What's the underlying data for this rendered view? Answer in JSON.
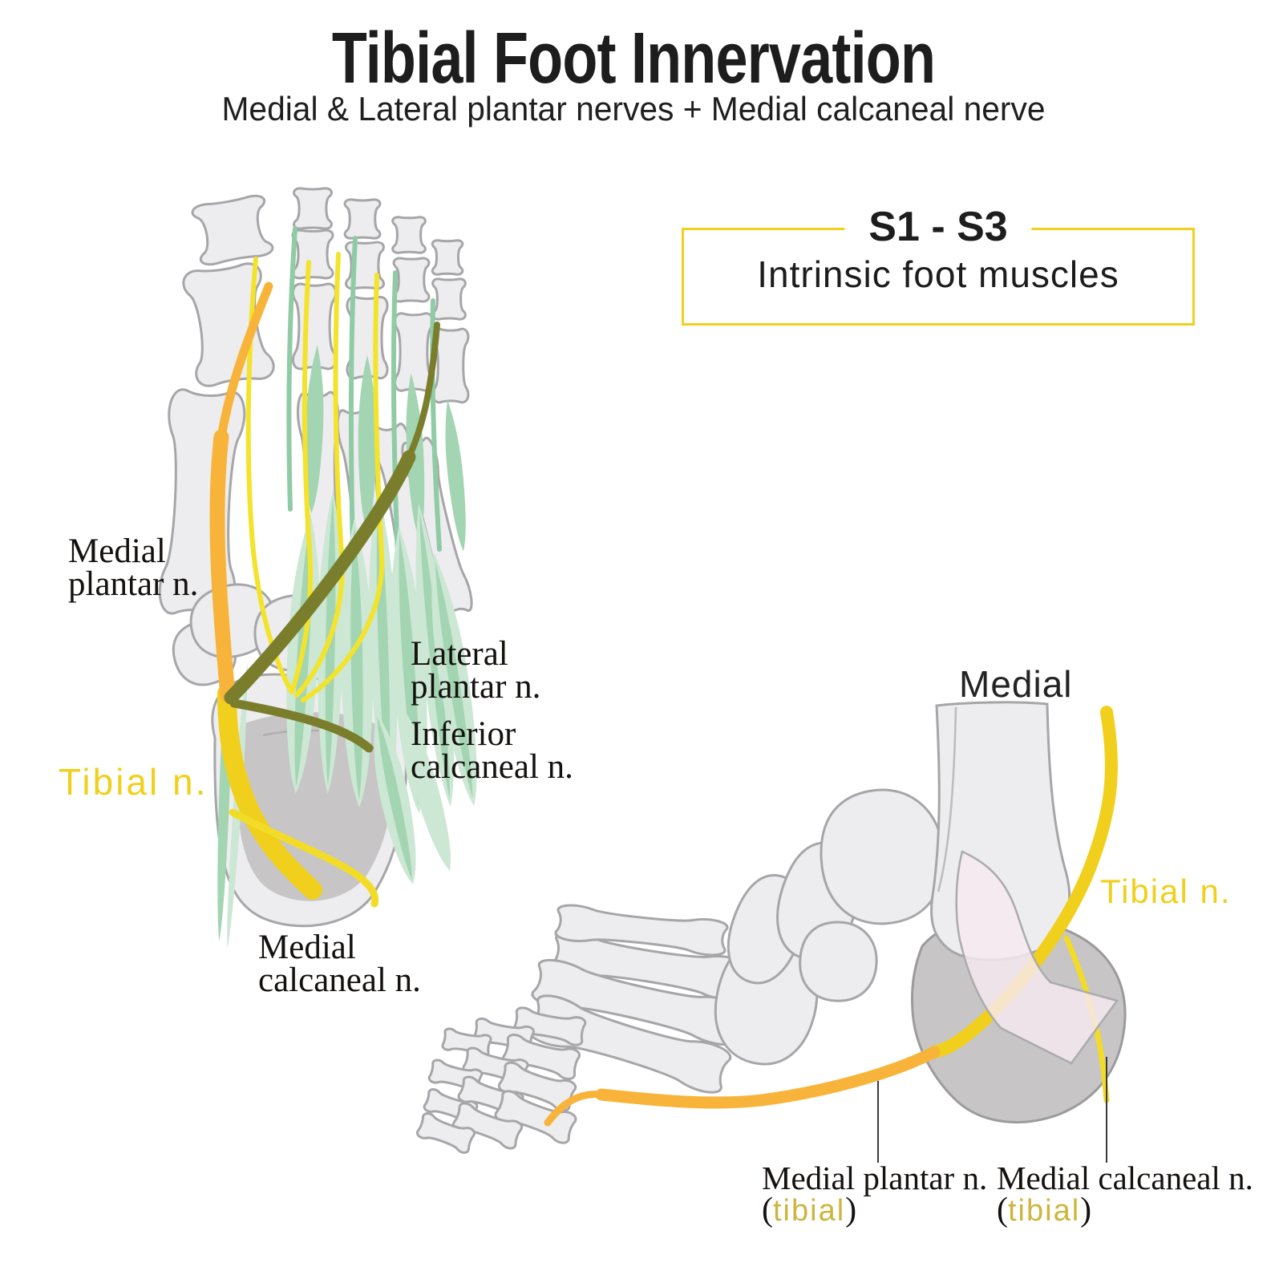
{
  "colors": {
    "accent_yellow": "#F0D01C",
    "nerve_yellow_light": "#F3E32A",
    "nerve_orange": "#F8B43A",
    "nerve_olive": "#7A7E2C",
    "muscle_green_light": "#CCE7D3",
    "muscle_green_mid": "#A3D5B2",
    "tendon_green": "#8FCBA4",
    "bone_fill": "#EDEDEF",
    "bone_outline": "#A6A6A9",
    "bone_dark": "#C7C5C6",
    "retinaculum_pink": "#F7E9F0",
    "ink": "#1D1D1E",
    "label_gold": "#CDB53E",
    "leader_line": "#3A3A3A"
  },
  "header": {
    "title": "Tibial Foot Innervation",
    "subtitle": "Medial & Lateral plantar nerves + Medial calcaneal nerve"
  },
  "spinal_box": {
    "levels": "S1 - S3",
    "description": "Intrinsic foot muscles"
  },
  "plantar_view": {
    "labels": {
      "medial_plantar_line1": "Medial",
      "medial_plantar_line2": "plantar n.",
      "lateral_plantar_line1": "Lateral",
      "lateral_plantar_line2": "plantar n.",
      "inferior_calcaneal_line1": "Inferior",
      "inferior_calcaneal_line2": "calcaneal n.",
      "tibial": "Tibial n.",
      "medial_calcaneal_line1": "Medial",
      "medial_calcaneal_line2": "calcaneal n."
    }
  },
  "medial_view": {
    "labels": {
      "orientation": "Medial",
      "tibial": "Tibial n.",
      "medial_plantar_name": "Medial plantar n.",
      "medial_plantar_open": "(",
      "medial_plantar_branch": "tibial",
      "medial_plantar_close": ")",
      "medial_calcaneal_name": "Medial calcaneal n.",
      "medial_calcaneal_open": "(",
      "medial_calcaneal_branch": "tibial",
      "medial_calcaneal_close": ")"
    }
  }
}
